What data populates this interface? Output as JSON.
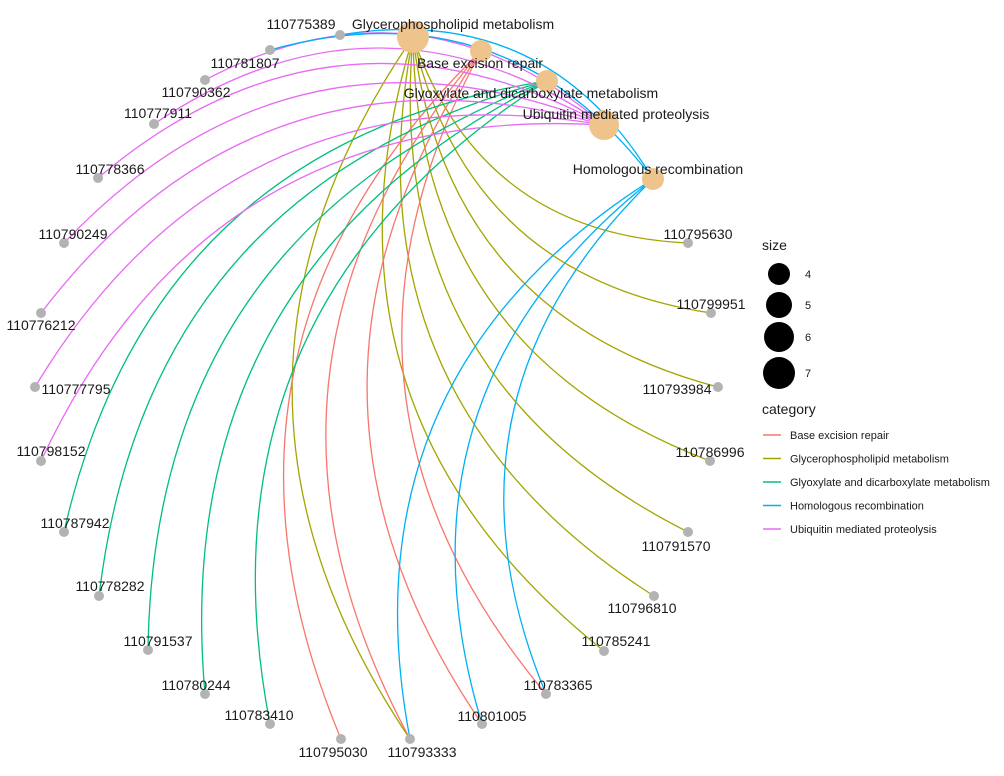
{
  "chart_data": {
    "type": "network",
    "categories": [
      {
        "name": "Base excision repair",
        "color": "#F8766D",
        "size": 4
      },
      {
        "name": "Glycerophospholipid metabolism",
        "color": "#A3A500",
        "size": 7
      },
      {
        "name": "Glyoxylate and dicarboxylate metabolism",
        "color": "#00BF7D",
        "size": 4
      },
      {
        "name": "Homologous recombination",
        "color": "#00B0F6",
        "size": 4
      },
      {
        "name": "Ubiquitin mediated proteolysis",
        "color": "#E76BF3",
        "size": 6
      }
    ],
    "genes": [
      "110775389",
      "110781807",
      "110790362",
      "110777911",
      "110778366",
      "110790249",
      "110776212",
      "110777795",
      "110798152",
      "110787942",
      "110778282",
      "110791537",
      "110780244",
      "110783410",
      "110795030",
      "110793333",
      "110801005",
      "110783365",
      "110785241",
      "110796810",
      "110791570",
      "110786996",
      "110793984",
      "110799951",
      "110795630"
    ],
    "edges": [
      {
        "category": "Glycerophospholipid metabolism",
        "gene": "110795630"
      },
      {
        "category": "Glycerophospholipid metabolism",
        "gene": "110799951"
      },
      {
        "category": "Glycerophospholipid metabolism",
        "gene": "110793984"
      },
      {
        "category": "Glycerophospholipid metabolism",
        "gene": "110786996"
      },
      {
        "category": "Glycerophospholipid metabolism",
        "gene": "110791570"
      },
      {
        "category": "Glycerophospholipid metabolism",
        "gene": "110796810"
      },
      {
        "category": "Glycerophospholipid metabolism",
        "gene": "110785241"
      },
      {
        "category": "Glycerophospholipid metabolism",
        "gene": "110793333"
      },
      {
        "category": "Base excision repair",
        "gene": "110795030"
      },
      {
        "category": "Base excision repair",
        "gene": "110801005"
      },
      {
        "category": "Base excision repair",
        "gene": "110783365"
      },
      {
        "category": "Base excision repair",
        "gene": "110793333"
      },
      {
        "category": "Glyoxylate and dicarboxylate metabolism",
        "gene": "110787942"
      },
      {
        "category": "Glyoxylate and dicarboxylate metabolism",
        "gene": "110778282"
      },
      {
        "category": "Glyoxylate and dicarboxylate metabolism",
        "gene": "110791537"
      },
      {
        "category": "Glyoxylate and dicarboxylate metabolism",
        "gene": "110780244"
      },
      {
        "category": "Glyoxylate and dicarboxylate metabolism",
        "gene": "110783410"
      },
      {
        "category": "Ubiquitin mediated proteolysis",
        "gene": "110790362"
      },
      {
        "category": "Ubiquitin mediated proteolysis",
        "gene": "110777911"
      },
      {
        "category": "Ubiquitin mediated proteolysis",
        "gene": "110778366"
      },
      {
        "category": "Ubiquitin mediated proteolysis",
        "gene": "110790249"
      },
      {
        "category": "Ubiquitin mediated proteolysis",
        "gene": "110776212"
      },
      {
        "category": "Ubiquitin mediated proteolysis",
        "gene": "110777795"
      },
      {
        "category": "Ubiquitin mediated proteolysis",
        "gene": "110798152"
      },
      {
        "category": "Homologous recombination",
        "gene": "110775389"
      },
      {
        "category": "Homologous recombination",
        "gene": "110781807"
      },
      {
        "category": "Homologous recombination",
        "gene": "110793333"
      },
      {
        "category": "Homologous recombination",
        "gene": "110801005"
      },
      {
        "category": "Homologous recombination",
        "gene": "110783365"
      }
    ],
    "legend": {
      "size_title": "size",
      "size_values": [
        4,
        5,
        6,
        7
      ],
      "category_title": "category",
      "placement": "right"
    },
    "colors": {
      "category_node": "#EEC48C",
      "gene_node": "#B3B3B3"
    }
  }
}
